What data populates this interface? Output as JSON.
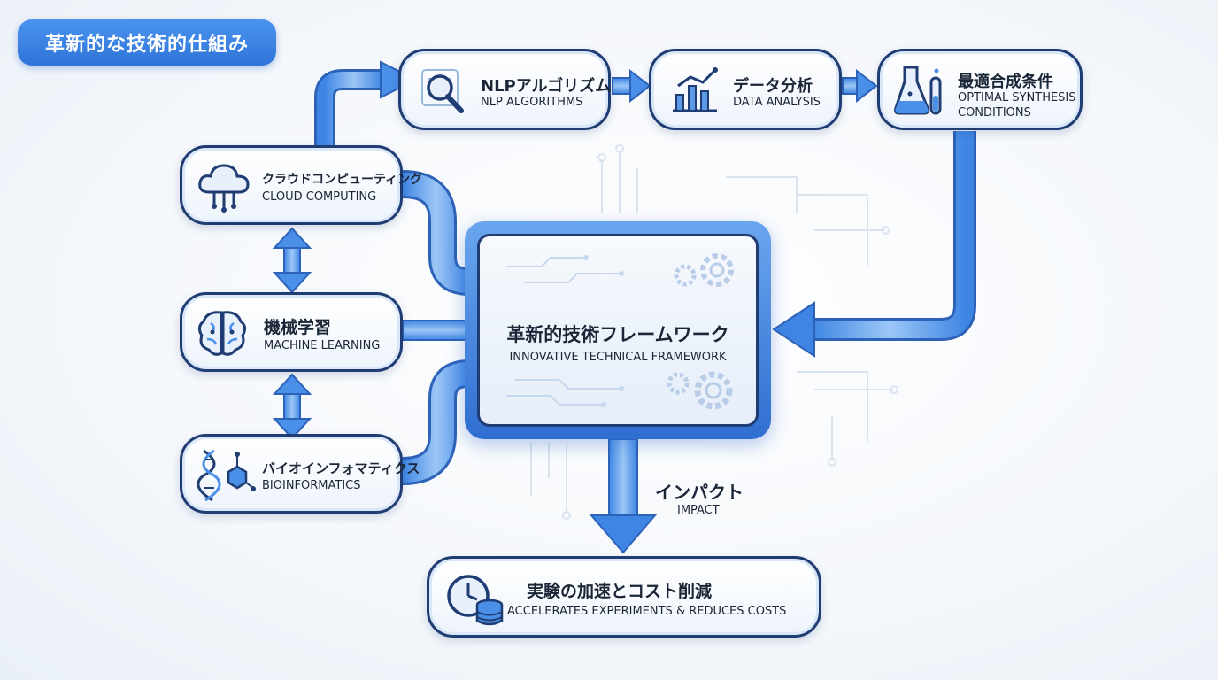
{
  "title": "革新的な技術的仕組み",
  "colors": {
    "accent": "#3b82e6",
    "arrow": "#5aa0ee",
    "border": "#1f3c73",
    "text": "#1a2536"
  },
  "nodes": {
    "nlp": {
      "jp": "NLPアルゴリズム",
      "en": "NLP ALGORITHMS",
      "icon": "magnifier-icon"
    },
    "data": {
      "jp": "データ分析",
      "en": "DATA ANALYSIS",
      "icon": "bar-chart-icon"
    },
    "synthesis": {
      "jp": "最適合成条件",
      "en1": "OPTIMAL SYNTHESIS",
      "en2": "CONDITIONS",
      "icon": "flask-icon"
    },
    "cloud": {
      "jp": "クラウドコンピューティング",
      "en": "CLOUD COMPUTING",
      "icon": "cloud-icon"
    },
    "ml": {
      "jp": "機械学習",
      "en": "MACHINE LEARNING",
      "icon": "brain-icon"
    },
    "bio": {
      "jp": "バイオインフォマティクス",
      "en": "BIOINFORMATICS",
      "icon": "dna-icon"
    },
    "result": {
      "jp": "実験の加速とコスト削減",
      "en": "ACCELERATES EXPERIMENTS & REDUCES COSTS",
      "icon": "clock-database-icon"
    }
  },
  "center": {
    "jp": "革新的技術フレームワーク",
    "en": "INNOVATIVE TECHNICAL FRAMEWORK",
    "icon": "gear-icon"
  },
  "impact": {
    "jp": "インパクト",
    "en": "IMPACT"
  }
}
